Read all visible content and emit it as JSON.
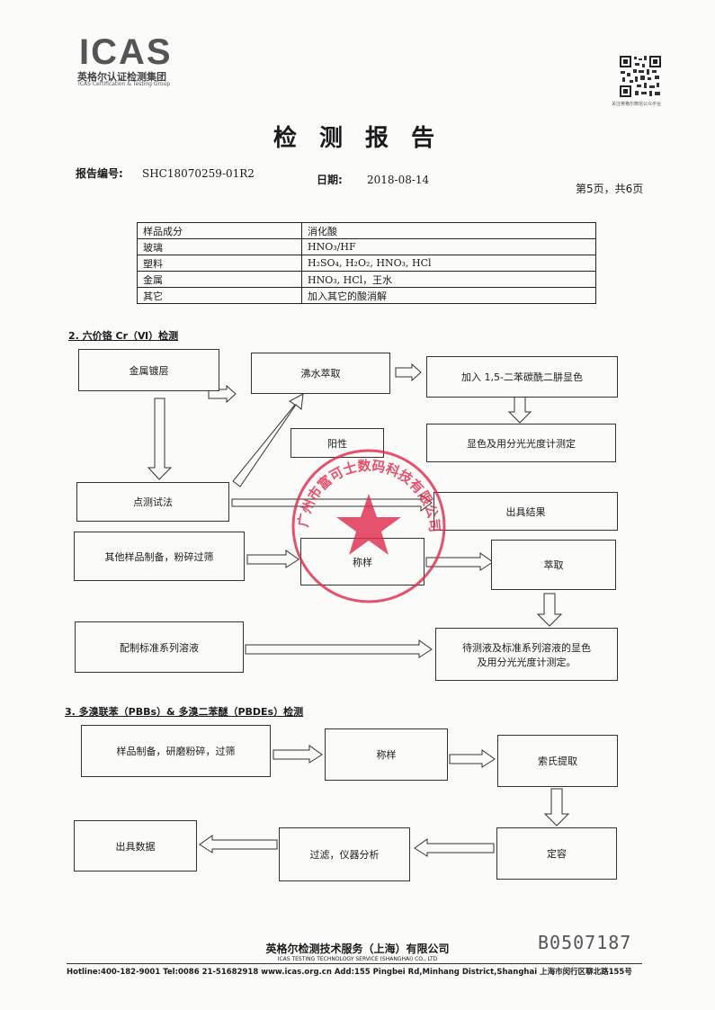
{
  "header": {
    "logo_text": "ICAS",
    "logo_cn": "英格尔认证检测集团",
    "logo_en": "ICAS Certification & Testing Group",
    "qr_caption": "关注英格尔微信公众平台"
  },
  "title": "检 测 报 告",
  "report": {
    "no_label": "报告编号:",
    "no_value": "SHC18070259-01R2",
    "date_label": "日期:",
    "date_value": "2018-08-14",
    "page_info": "第5页，共6页"
  },
  "table": {
    "rows": [
      {
        "c1": "样品成分",
        "c2": "消化酸"
      },
      {
        "c1": "玻璃",
        "c2": "HNO₃/HF"
      },
      {
        "c1": "塑料",
        "c2": "H₂SO₄, H₂O₂, HNO₃, HCl"
      },
      {
        "c1": "金属",
        "c2": "HNO₃,  HCl，王水"
      },
      {
        "c1": "其它",
        "c2": "加入其它的酸消解"
      }
    ]
  },
  "section2": {
    "title": "2. 六价铬 Cr（Ⅵ）检测",
    "boxes": {
      "metal": "金属镀层",
      "boil": "沸水萃取",
      "add": "加入 1,5-二苯碳酰二肼显色",
      "positive": "阳性",
      "color": "显色及用分光光度计测定",
      "spot": "点测试法",
      "result": "出具结果",
      "other": "其他样品制备，粉碎过筛",
      "weigh": "称样",
      "extract": "萃取",
      "standard": "配制标准系列溶液",
      "measure1": "待测液及标准系列溶液的显色",
      "measure2": "及用分光光度计测定。"
    }
  },
  "section3": {
    "title": "3. 多溴联苯（PBBs）& 多溴二苯醚（PBDEs）检测",
    "boxes": {
      "prep": "样品制备，研磨粉碎，过筛",
      "weigh": "称样",
      "soxhlet": "索氏提取",
      "data": "出具数据",
      "filter": "过滤，仪器分析",
      "volume": "定容"
    }
  },
  "stamp": {
    "text": "广州市富可士数码科技有限公司",
    "color": "#e0284a"
  },
  "footer": {
    "company_cn": "英格尔检测技术服务（上海）有限公司",
    "company_en": "ICAS TESTING TECHNOLOGY SERVICE (SHANGHAI) CO., LTD",
    "contact": "Hotline:400-182-9001  Tel:0086 21-51682918  www.icas.org.cn  Add:155 Pingbei Rd,Minhang District,Shanghai 上海市闵行区聊北路155号",
    "serial": "B0507187"
  }
}
